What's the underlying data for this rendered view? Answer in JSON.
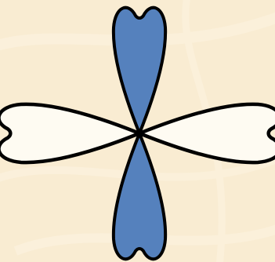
{
  "colors": {
    "background": "#f9ecd2",
    "background_streak": "#fdf4e2",
    "lobe_filled": "#5581bd",
    "lobe_empty": "#fefbf2",
    "outline": "#000000"
  },
  "figure": {
    "shape": "four-lobed orbital (d-orbital style)",
    "lobes": [
      {
        "id": "top",
        "fill": "blue"
      },
      {
        "id": "bottom",
        "fill": "blue"
      },
      {
        "id": "left",
        "fill": "white"
      },
      {
        "id": "right",
        "fill": "white"
      }
    ]
  }
}
